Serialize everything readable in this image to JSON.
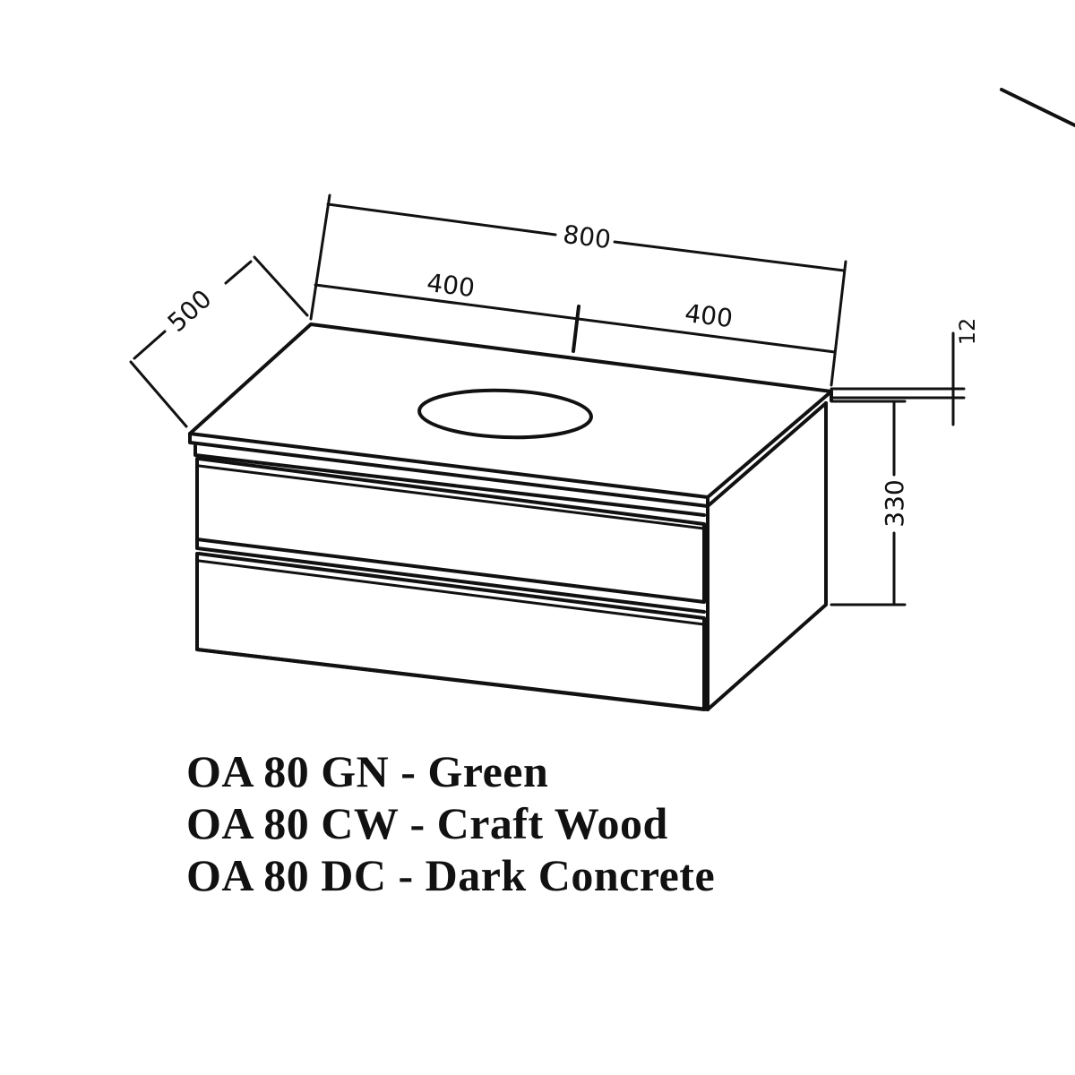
{
  "dimensions": {
    "overall_width": "800",
    "left_section": "400",
    "right_section": "400",
    "depth": "500",
    "height": "330",
    "top_thickness": "12"
  },
  "variants": [
    "OA 80 GN - Green",
    "OA 80 CW - Craft Wood",
    "OA 80 DC - Dark Concrete"
  ]
}
